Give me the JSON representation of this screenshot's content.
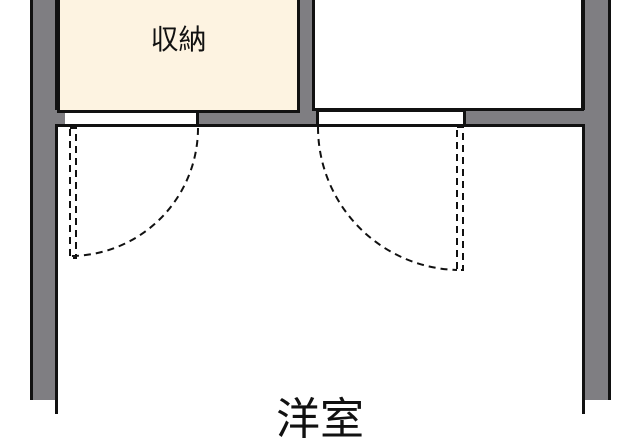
{
  "plan": {
    "rooms": [
      {
        "id": "storage",
        "label": "収納",
        "fill": "#fdf3e1"
      },
      {
        "id": "upper-right-room",
        "label": "",
        "fill": "#ffffff"
      },
      {
        "id": "western-room",
        "label": "洋室",
        "fill": "#ffffff"
      }
    ],
    "colors": {
      "wall": "#7f7e82",
      "outline": "#111111",
      "storage_fill": "#fdf3e1",
      "room_fill": "#ffffff"
    },
    "doors": [
      {
        "id": "storage-door",
        "type": "swing",
        "hinge": "left"
      },
      {
        "id": "upper-right-door",
        "type": "swing",
        "hinge": "right"
      }
    ]
  }
}
